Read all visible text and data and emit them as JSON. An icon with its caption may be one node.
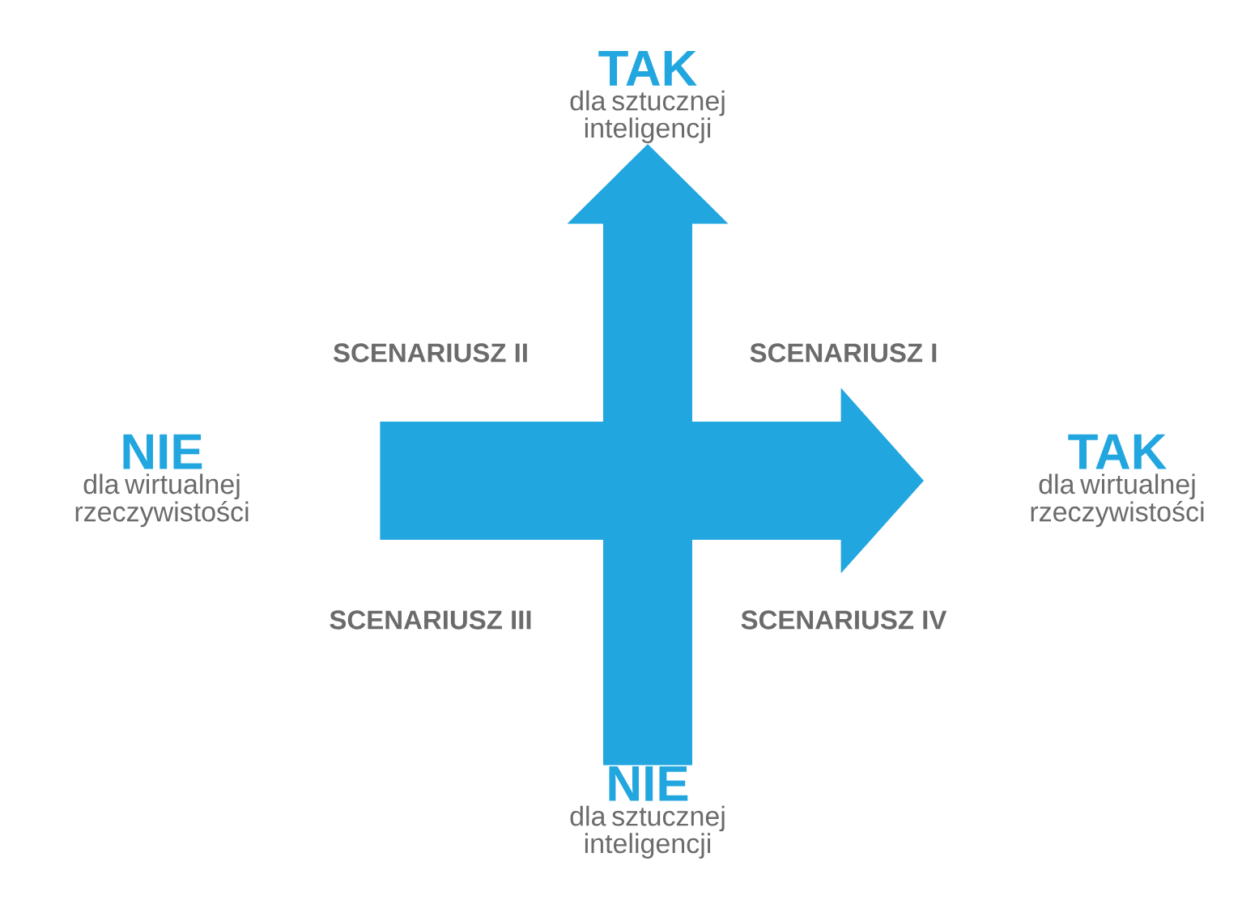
{
  "diagram": {
    "nodes": [
      {
        "text": [
          "TAK",
          "dla sztucznej inteligencji"
        ]
      },
      {
        "text": [
          "NIE",
          "dla wirtualnej rzeczywistości"
        ]
      },
      {
        "text": [
          "TAK",
          "dla wirtualnej rzeczywistości"
        ]
      },
      {
        "text": [
          "NIE",
          "dla sztucznej inteligencji"
        ]
      }
    ],
    "edges": [
      {
        "from": 3,
        "to": 0,
        "arrow": "to",
        "style": "thick"
      },
      {
        "from": 1,
        "to": 2,
        "arrow": "to",
        "style": "thick"
      }
    ],
    "labels": [
      "SCENARIUSZ II",
      "SCENARIUSZ I",
      "SCENARIUSZ III",
      "SCENARIUSZ IV"
    ]
  }
}
